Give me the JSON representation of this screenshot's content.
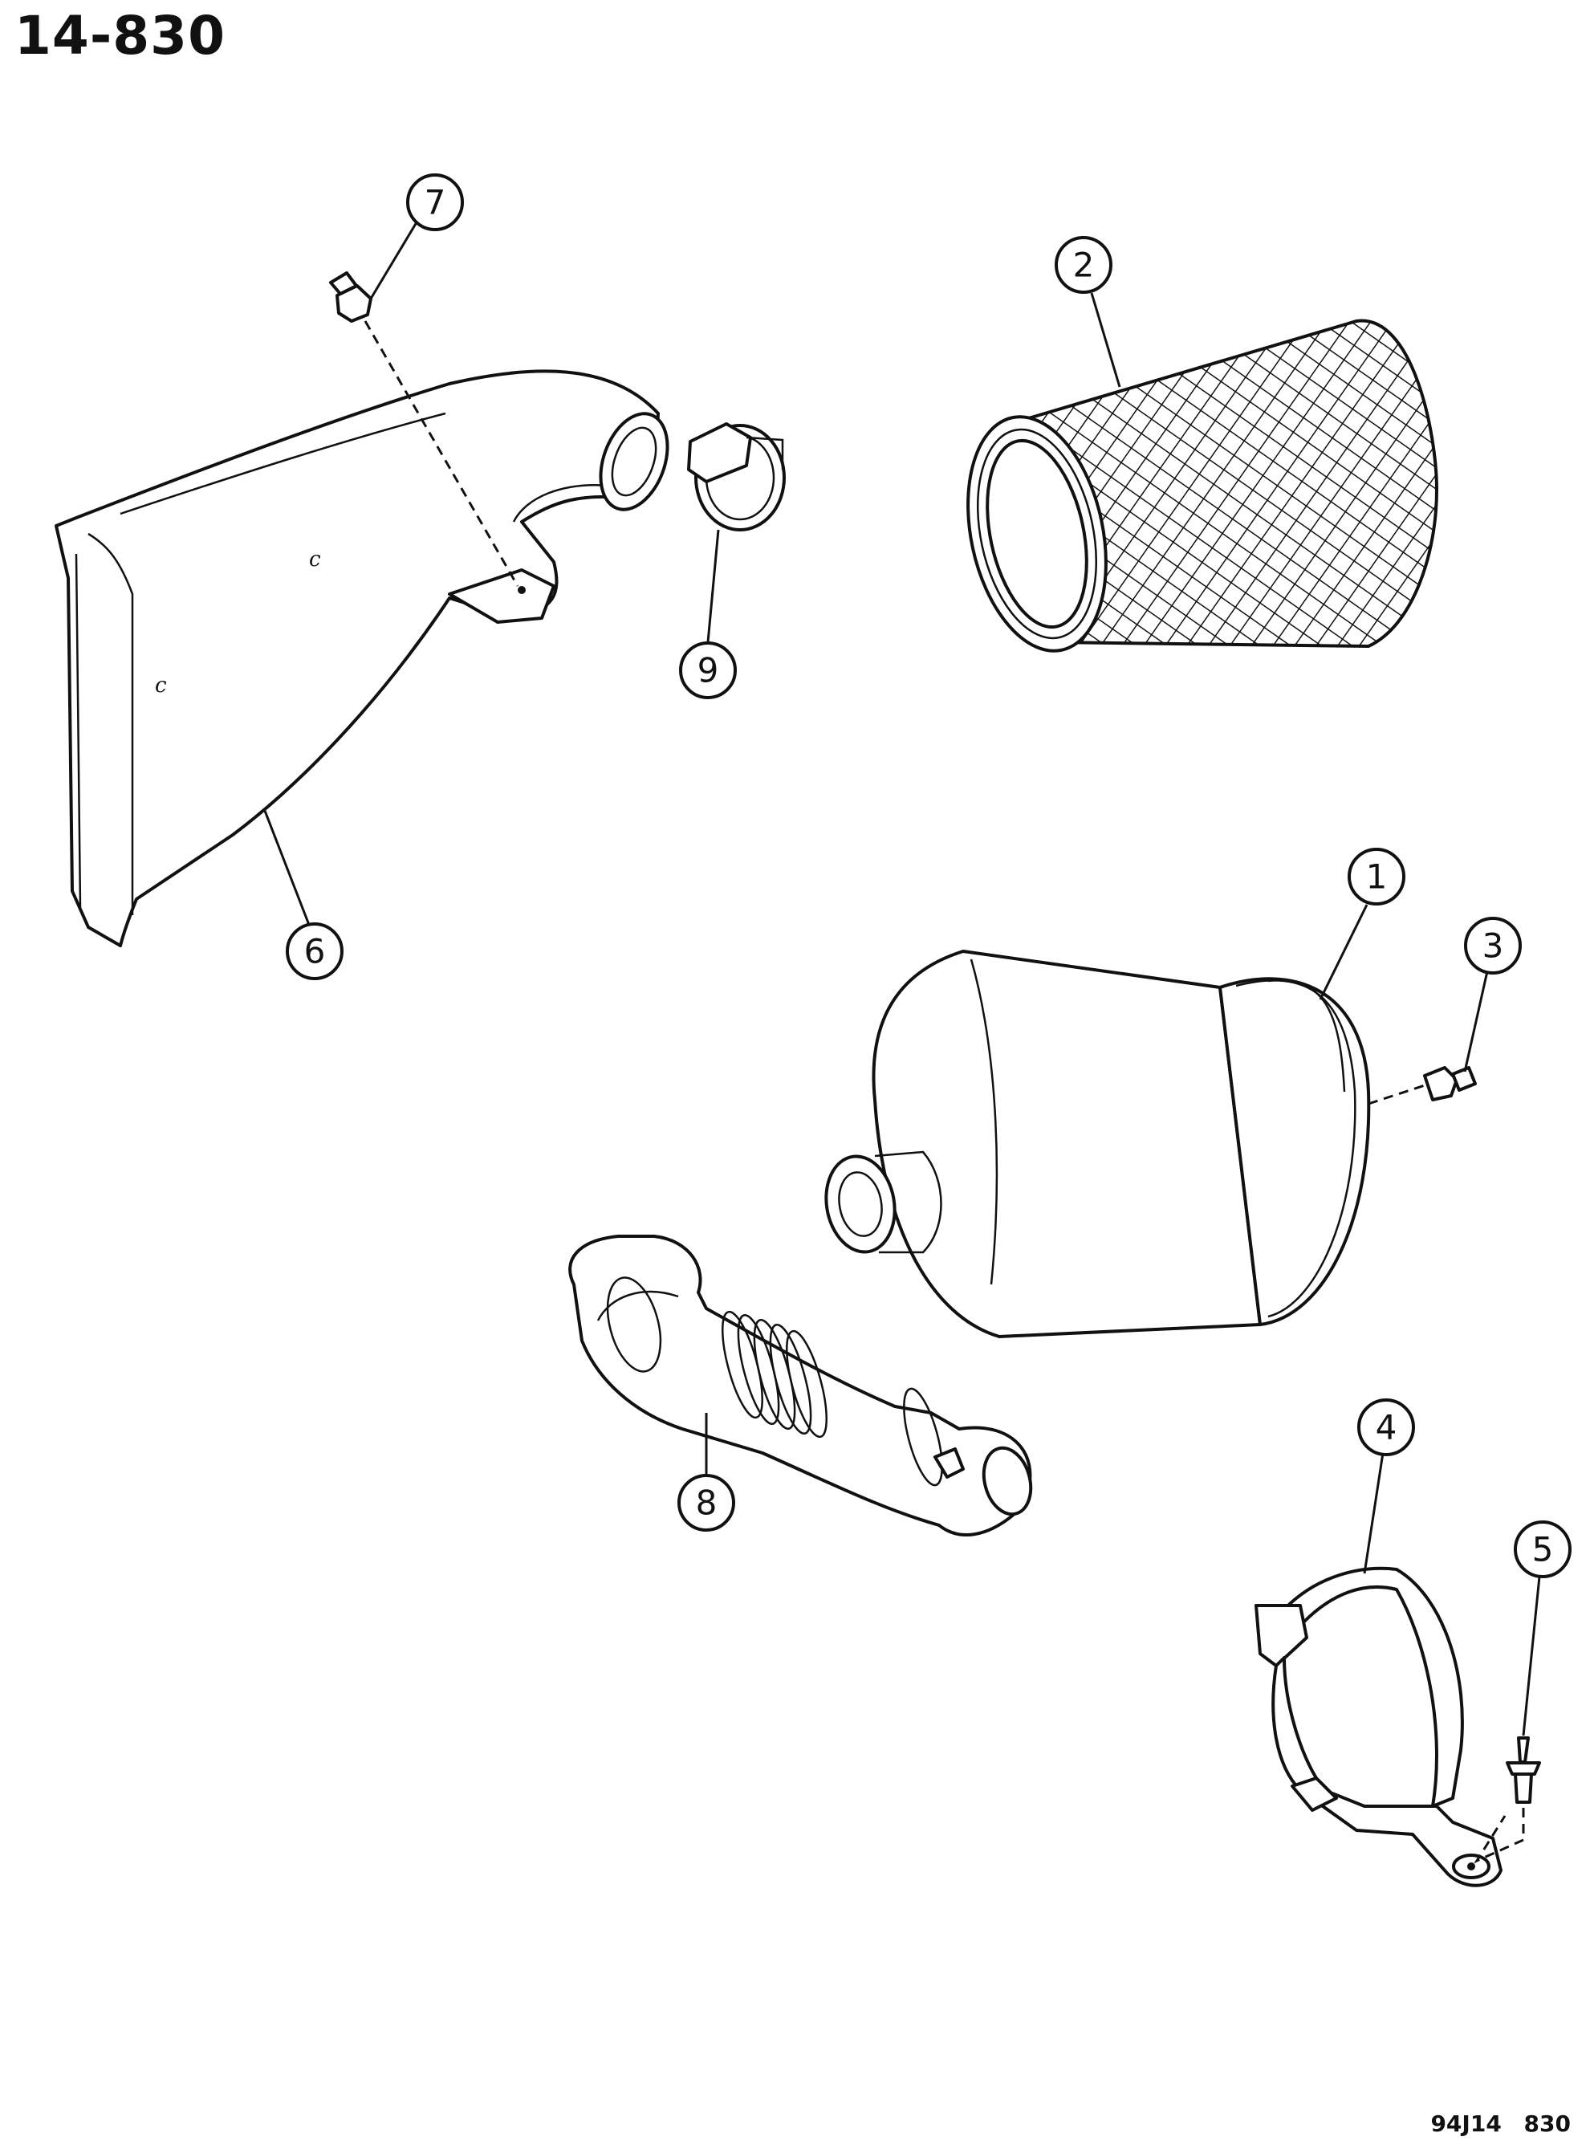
{
  "header": {
    "page_number": "14-830"
  },
  "footer": {
    "figure_code": "94J14 830"
  },
  "callouts": [
    {
      "label": "1",
      "part": "air-cleaner-housing"
    },
    {
      "label": "2",
      "part": "air-filter-element"
    },
    {
      "label": "3",
      "part": "wing-nut"
    },
    {
      "label": "4",
      "part": "mounting-strap"
    },
    {
      "label": "5",
      "part": "rivet"
    },
    {
      "label": "6",
      "part": "intake-duct"
    },
    {
      "label": "7",
      "part": "wing-screw"
    },
    {
      "label": "8",
      "part": "intake-hose"
    },
    {
      "label": "9",
      "part": "hose-clamp"
    }
  ],
  "colors": {
    "ink": "#111111",
    "paper": "#ffffff"
  }
}
